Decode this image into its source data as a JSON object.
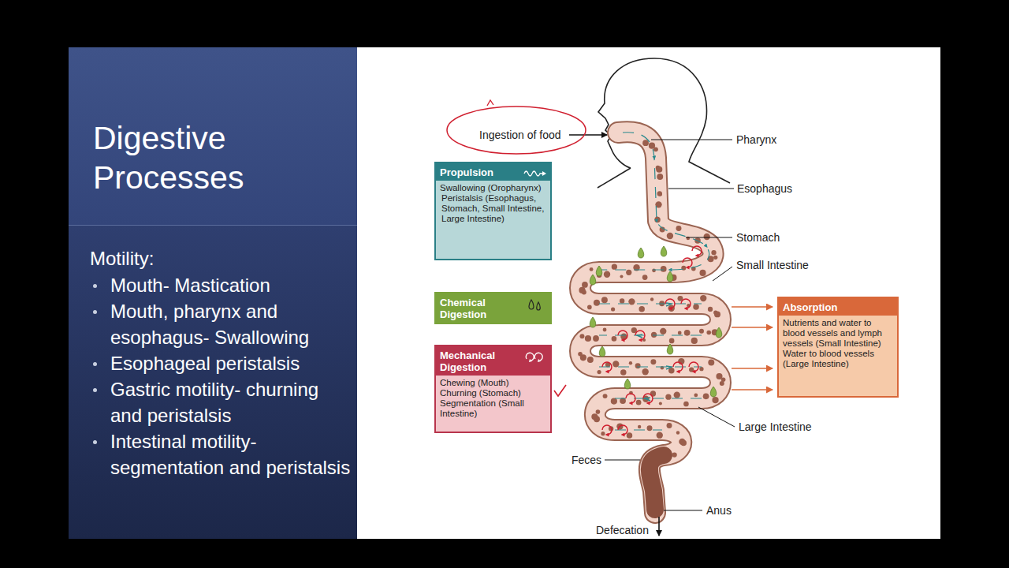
{
  "diagram": {
    "title": "Digestive Processes",
    "nodes": [
      {
        "text": [
          "Propulsion",
          "Swallowing (Oropharynx)",
          "Peristalsis (Esophagus, Stomach, Small Intestine, Large Intestine)"
        ]
      },
      {
        "text": [
          "Chemical Digestion"
        ]
      },
      {
        "text": [
          "Mechanical Digestion",
          "Chewing (Mouth)",
          "Churning (Stomach)",
          "Segmentation (Small Intestine)"
        ]
      },
      {
        "text": [
          "Absorption",
          "Nutrients and water to blood vessels and lymph vessels (Small Intestine)",
          "Water to blood vessels (Large Intestine)"
        ]
      }
    ],
    "labels": [
      "Motility:",
      "Mouth- Mastication",
      "Mouth, pharynx and esophagus- Swallowing",
      "Esophageal peristalsis",
      "Gastric motility- churning and peristalsis",
      "Intestinal motility- segmentation and peristalsis",
      "Ingestion of food",
      "Pharynx",
      "Esophagus",
      "Stomach",
      "Small Intestine",
      "Large Intestine",
      "Feces",
      "Anus",
      "Defecation"
    ]
  }
}
